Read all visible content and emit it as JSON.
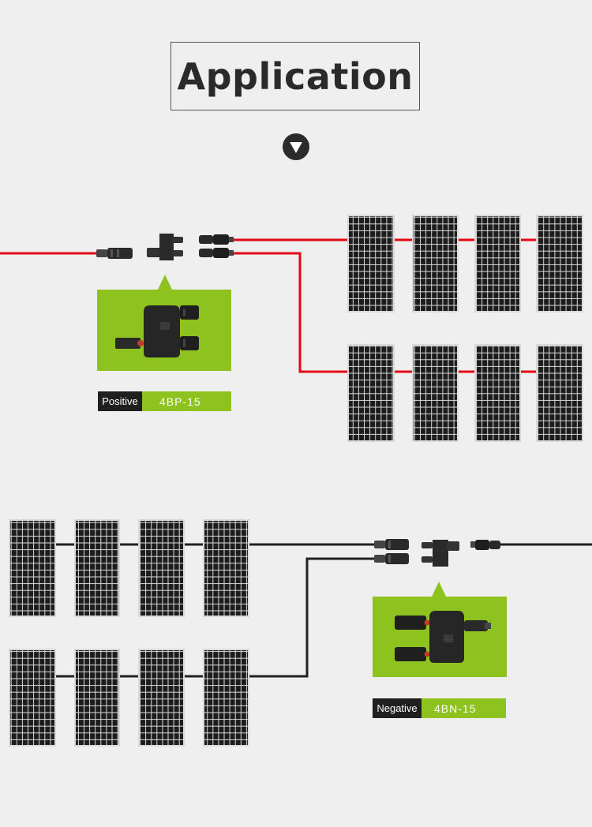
{
  "title": "Application",
  "positive": {
    "label": "Positive",
    "model": "4BP-15"
  },
  "negative": {
    "label": "Negative",
    "model": "4BN-15"
  },
  "colors": {
    "background": "#efefef",
    "accent_green": "#8dc21f",
    "positive_wire": "#e30613",
    "negative_wire": "#222222",
    "panel_cell": "#1c1c1c",
    "panel_frame": "#d9d9d9"
  },
  "icons": [
    "down-arrow-icon",
    "solar-panel-icon",
    "branch-connector-icon",
    "mc4-connector-icon"
  ]
}
